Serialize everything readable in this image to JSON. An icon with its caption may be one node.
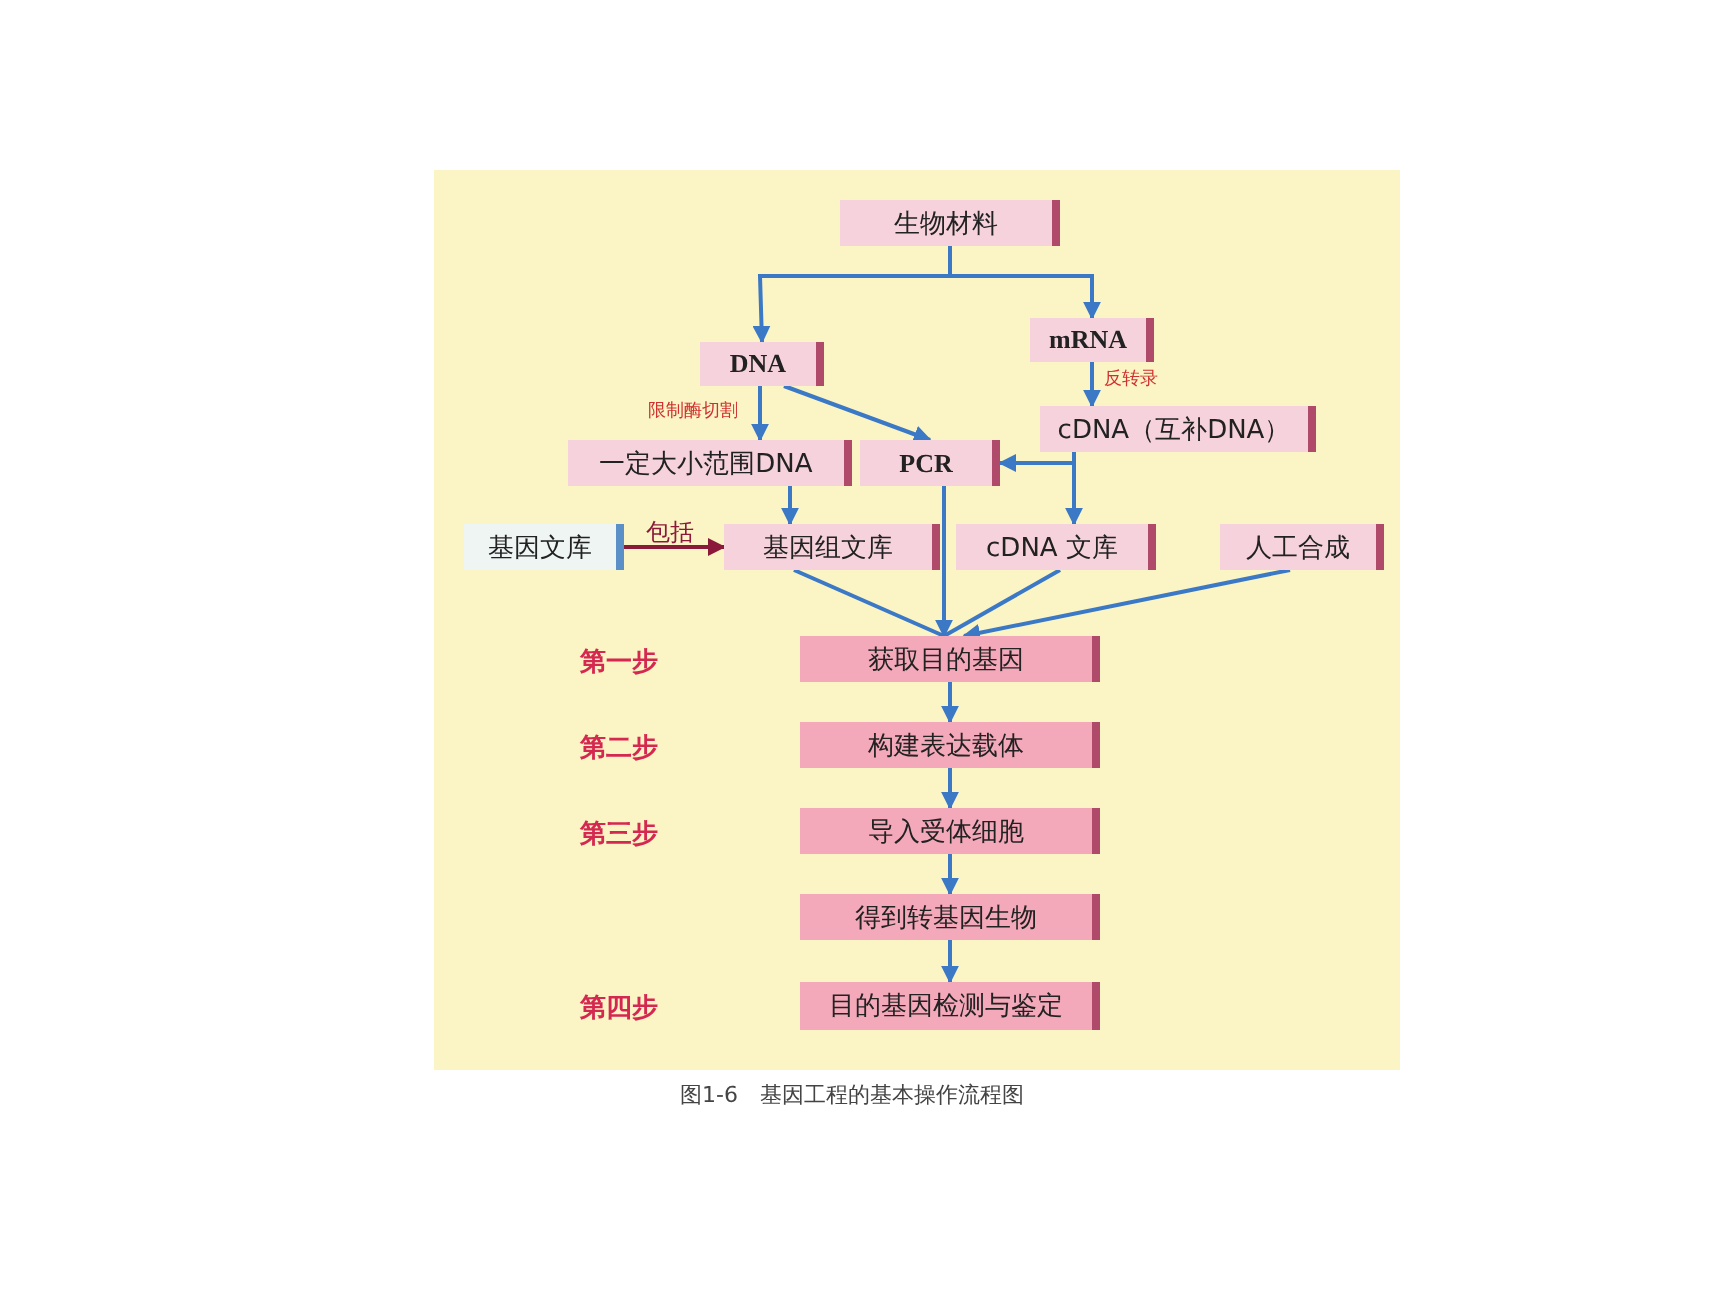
{
  "diagram": {
    "caption": "图1-6　基因工程的基本操作流程图",
    "nodes": [
      {
        "text": [
          "生物材料"
        ]
      },
      {
        "text": [
          "DNA"
        ]
      },
      {
        "text": [
          "mRNA"
        ]
      },
      {
        "text": [
          "一定大小范围DNA"
        ]
      },
      {
        "text": [
          "PCR"
        ]
      },
      {
        "text": [
          "cDNA（互补DNA）"
        ]
      },
      {
        "text": [
          "基因文库"
        ]
      },
      {
        "text": [
          "基因组文库"
        ]
      },
      {
        "text": [
          "cDNA 文库"
        ]
      },
      {
        "text": [
          "人工合成"
        ]
      },
      {
        "text": [
          "获取目的基因"
        ]
      },
      {
        "text": [
          "构建表达载体"
        ]
      },
      {
        "text": [
          "导入受体细胞"
        ]
      },
      {
        "text": [
          "得到转基因生物"
        ]
      },
      {
        "text": [
          "目的基因检测与鉴定"
        ]
      }
    ],
    "labels": [
      "第一步",
      "第二步",
      "第三步",
      "第四步"
    ],
    "edges": [
      {
        "from": 0,
        "to": 1,
        "arrow": "to"
      },
      {
        "from": 0,
        "to": 2,
        "arrow": "to"
      },
      {
        "from": 1,
        "to": 3,
        "arrow": "to",
        "label": "限制酶切割"
      },
      {
        "from": 1,
        "to": 4,
        "arrow": "to"
      },
      {
        "from": 2,
        "to": 5,
        "arrow": "to",
        "label": "反转录"
      },
      {
        "from": 5,
        "to": 4,
        "arrow": "to"
      },
      {
        "from": 5,
        "to": 8,
        "arrow": "to"
      },
      {
        "from": 3,
        "to": 7,
        "arrow": "to"
      },
      {
        "from": 6,
        "to": 7,
        "arrow": "to",
        "label": "包括",
        "color": "#8b1a3a"
      },
      {
        "from": 7,
        "to": 10,
        "arrow": "none"
      },
      {
        "from": 4,
        "to": 10,
        "arrow": "to"
      },
      {
        "from": 8,
        "to": 10,
        "arrow": "none"
      },
      {
        "from": 9,
        "to": 10,
        "arrow": "to"
      },
      {
        "from": 10,
        "to": 11,
        "arrow": "to"
      },
      {
        "from": 11,
        "to": 12,
        "arrow": "to"
      },
      {
        "from": 12,
        "to": 13,
        "arrow": "to"
      },
      {
        "from": 13,
        "to": 14,
        "arrow": "to"
      }
    ]
  }
}
